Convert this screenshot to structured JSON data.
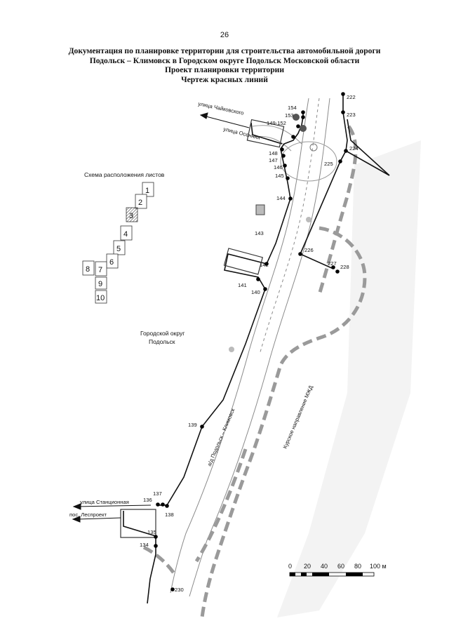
{
  "page": {
    "number": "26"
  },
  "title": {
    "line1": "Документация по планировке территории для строительства автомобильной дороги",
    "line2": "Подольск – Климовск в Городском округе Подольск Московской области",
    "line3": "Проект планировки территории",
    "line4": "Чертеж красных линий"
  },
  "inset": {
    "heading": "Схема расположения листов",
    "sheets": [
      "1",
      "2",
      "3",
      "4",
      "5",
      "6",
      "7",
      "8",
      "9",
      "10"
    ],
    "current_sheet": "3"
  },
  "labels": {
    "district": "Городской округ",
    "district_name": "Подольск",
    "street_chaikovsky": "улица Чайковского",
    "street_osennyaya": "улица Осенняя",
    "street_stantsionnaya": "улица Станционная",
    "settlement": "пос. Леспроект",
    "road": "а/д Подольск – Климовск",
    "railway": "Курское направление МЖД"
  },
  "points": {
    "p154": "154",
    "p153": "153",
    "p149_152": "149-152",
    "p148": "148",
    "p147": "147",
    "p146": "146",
    "p145": "145",
    "p144": "144",
    "p143": "143",
    "p142": "142",
    "p141": "141",
    "p140": "140",
    "p139": "139",
    "p137": "137",
    "p136": "136",
    "p138": "138",
    "p135": "135",
    "p134": "134",
    "p230": "230",
    "p222": "222",
    "p223": "223",
    "p224": "224",
    "p225": "225",
    "p226": "226",
    "p227": "227",
    "p228": "228"
  },
  "scale": {
    "ticks": [
      "0",
      "20",
      "40",
      "60",
      "80",
      "100 м"
    ]
  },
  "colors": {
    "red_line": "#111111",
    "zone_dash": "#aaaaaa"
  }
}
